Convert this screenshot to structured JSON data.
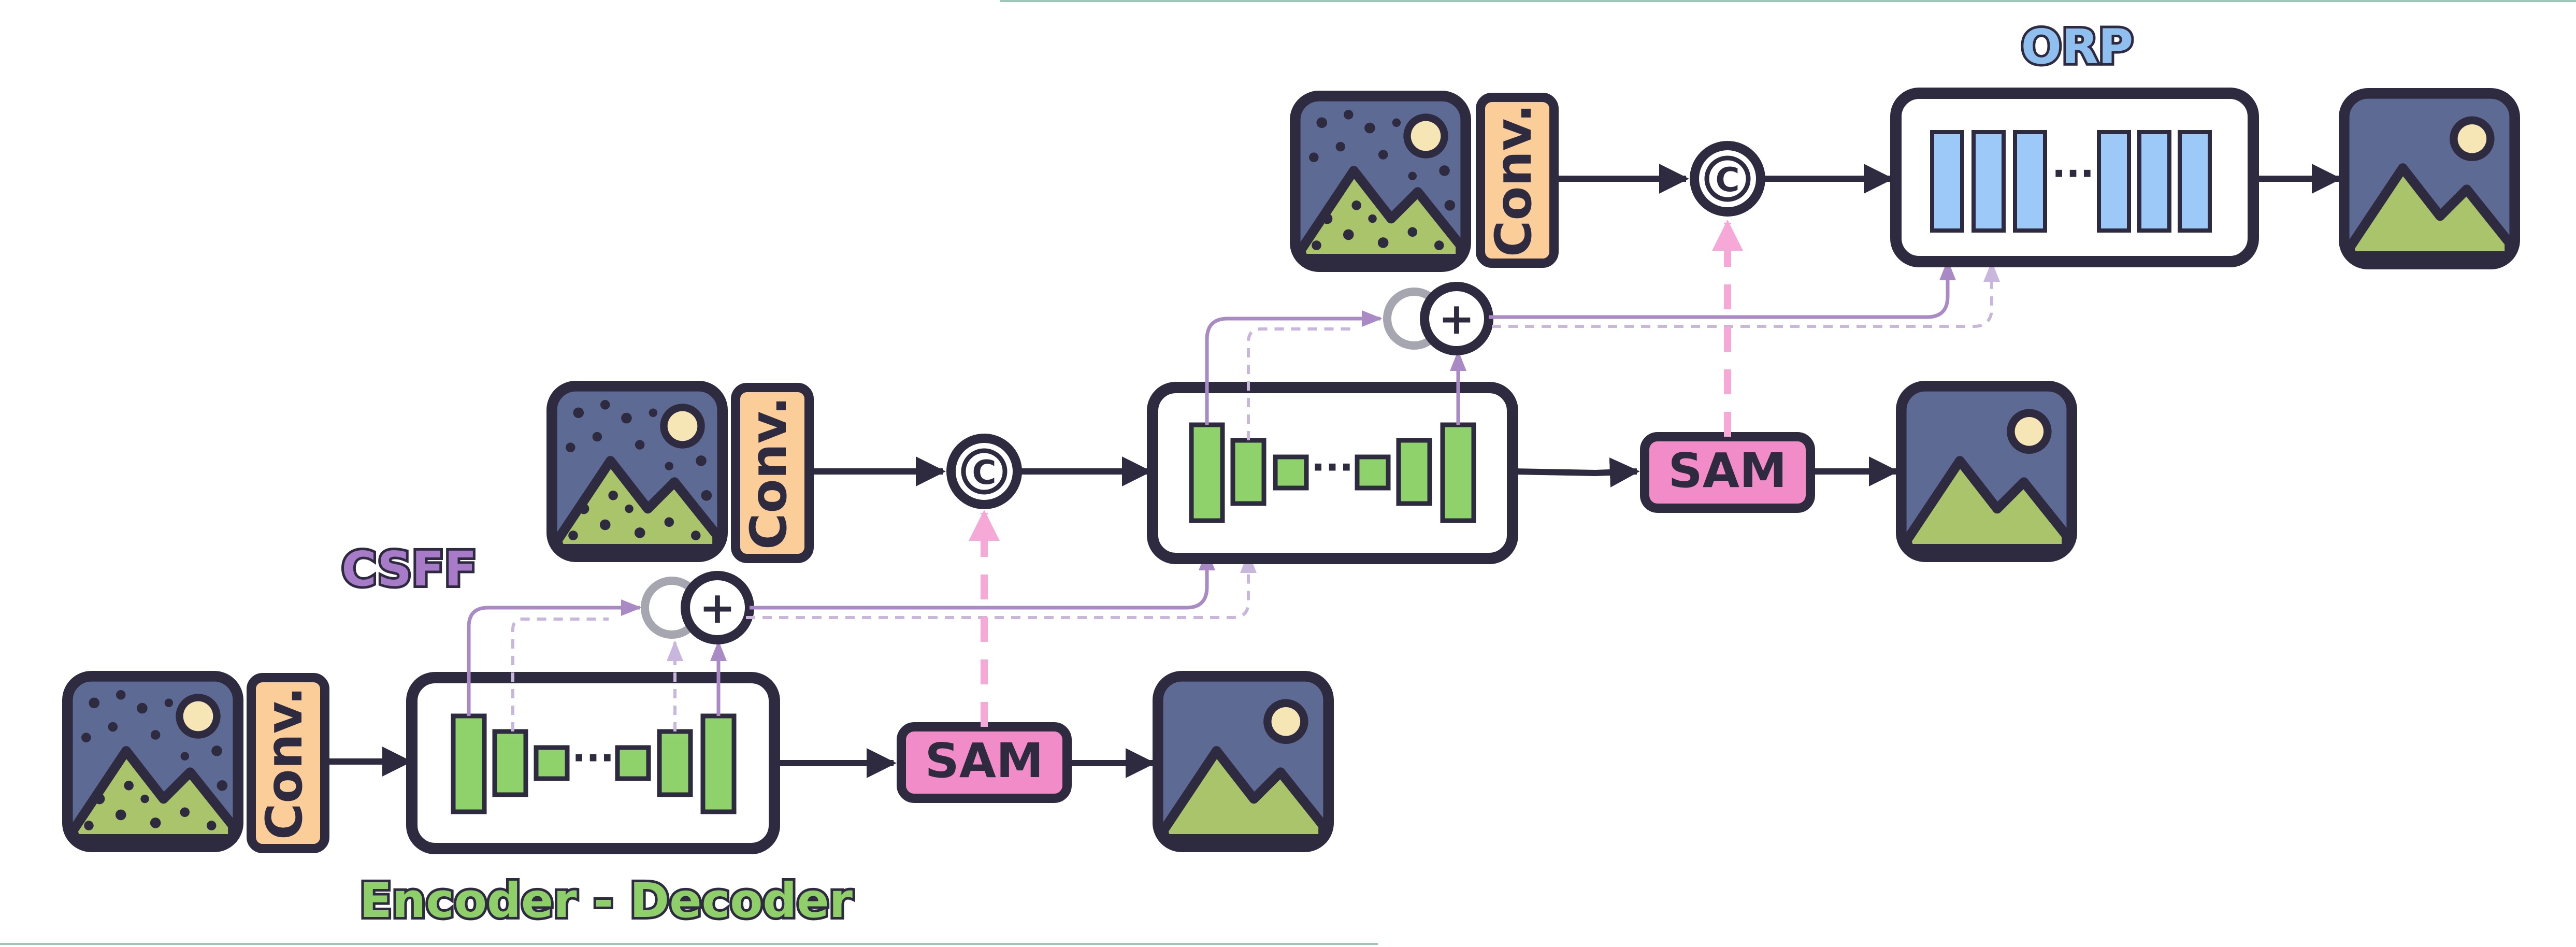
{
  "labels": {
    "conv": "Conv.",
    "sam": "SAM",
    "concat": "C",
    "add": "+",
    "dots": "···",
    "csff": "CSFF",
    "orp": "ORP",
    "encoder_decoder": "Encoder - Decoder"
  },
  "colors": {
    "dark": "#2e2a40",
    "image_sky": "#5d6b94",
    "image_ground": "#a9c46a",
    "sun": "#f6e6b5",
    "conv_fill": "#fbcd99",
    "sam_fill": "#f28cc8",
    "block_green": "#8fd16b",
    "block_blue": "#9cc9f7",
    "csff_purple": "#a98ac4",
    "sam_arrow_pink": "#f6a8d6",
    "csff_label": "#a77bc7",
    "orp_label": "#8ebfee",
    "encdec_label": "#8fcf6a"
  },
  "icons": [
    "noisy-image-icon",
    "clean-image-icon"
  ]
}
